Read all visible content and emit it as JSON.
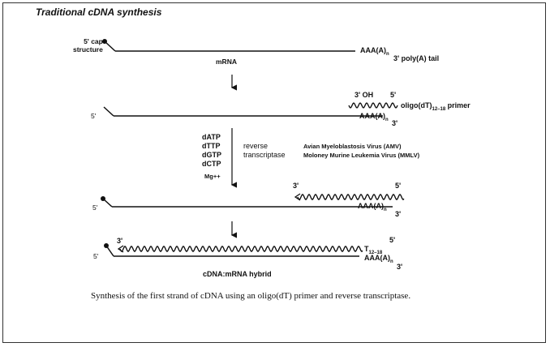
{
  "title": "Traditional cDNA synthesis",
  "step1": {
    "cap_label_line1": "5' cap",
    "cap_label_line2": "structure",
    "mrna_label": "mRNA",
    "polya": "AAA(A)",
    "polya_sub": "n",
    "tail_label": "3' poly(A) tail"
  },
  "step2": {
    "five_prime": "5'",
    "oh_label": "3' OH",
    "primer_five": "5'",
    "primer_label": "oligo(dT)",
    "primer_sub": "12–18",
    "primer_suffix": " primer",
    "polya": "AAA(A)",
    "polya_sub": "n",
    "three_prime": "3'"
  },
  "reagents": {
    "dntps": [
      "dATP",
      "dTTP",
      "dGTP",
      "dCTP"
    ],
    "mg": "Mg++",
    "enzyme_line1": "reverse",
    "enzyme_line2": "transcriptase",
    "source1": "Avian Myeloblastosis Virus (AMV)",
    "source2": "Moloney Murine Leukemia Virus (MMLV)"
  },
  "step3": {
    "five_prime": "5'",
    "three_prime_top": "3'",
    "five_prime_top": "5'",
    "polya": "AAA(A)",
    "polya_sub": "n",
    "three_prime": "3'"
  },
  "step4": {
    "five_prime": "5'",
    "three_prime_top": "3'",
    "five_prime_top": "5'",
    "t_label": "T",
    "t_sub": "12–18",
    "polya": "AAA(A)",
    "polya_sub": "n",
    "three_prime": "3'",
    "hybrid_label": "cDNA:mRNA hybrid"
  },
  "caption": "Synthesis of the first strand of cDNA using an oligo(dT) primer and reverse transcriptase."
}
